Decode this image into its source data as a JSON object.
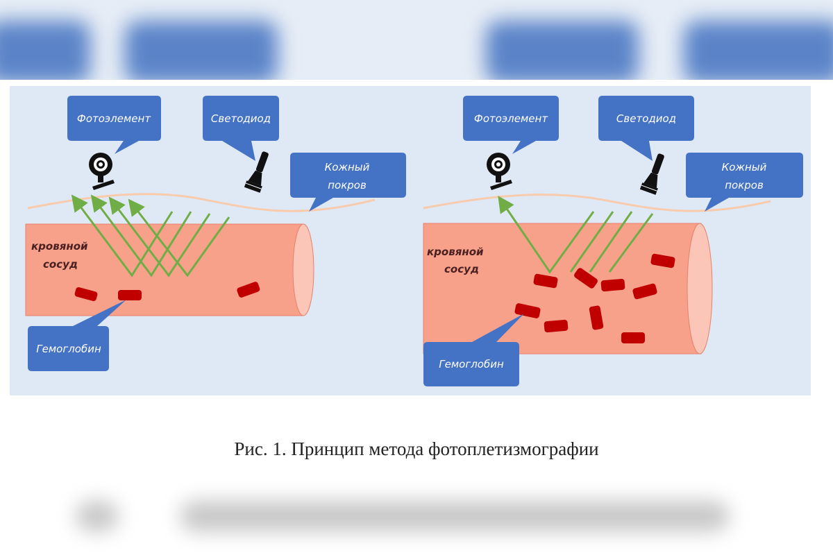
{
  "figure": {
    "caption": "Рис. 1. Принцип метода фотоплетизмографии",
    "left_panel": {
      "photoelement_label": "Фотоэлемент",
      "led_label": "Светодиод",
      "skin_label_line1": "Кожный",
      "skin_label_line2": "покров",
      "vessel_label_line1": "кровяной",
      "vessel_label_line2": "сосуд",
      "hemoglobin_label": "Гемоглобин"
    },
    "right_panel": {
      "photoelement_label": "Фотоэлемент",
      "led_label": "Светодиод",
      "skin_label_line1": "Кожный",
      "skin_label_line2": "покров",
      "vessel_label_line1": "кровяной",
      "vessel_label_line2": "сосуд",
      "hemoglobin_label": "Гемоглобин"
    },
    "colors": {
      "callout": "#4472c4",
      "vessel": "#f7a08a",
      "rbc": "#c00000",
      "ray": "#70ad47",
      "skin": "#f8cbad",
      "panel_bg": "#dfe9f5"
    }
  }
}
